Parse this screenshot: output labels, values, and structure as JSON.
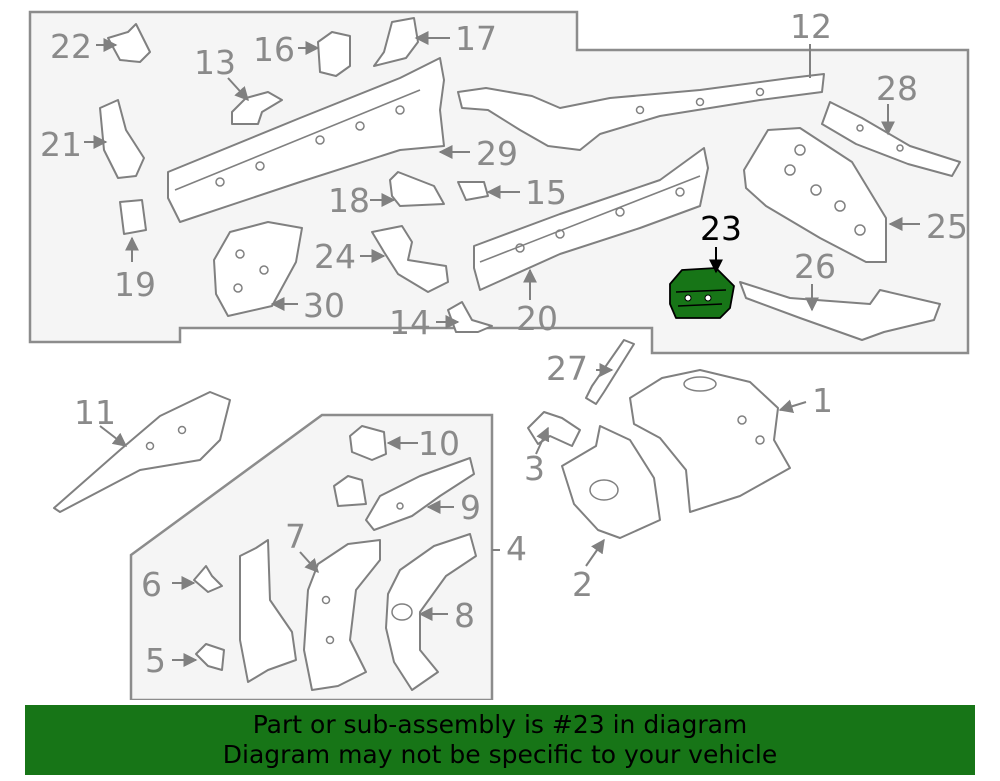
{
  "callouts": {
    "n1": "1",
    "n2": "2",
    "n3": "3",
    "n4": "4",
    "n5": "5",
    "n6": "6",
    "n7": "7",
    "n8": "8",
    "n9": "9",
    "n10": "10",
    "n11": "11",
    "n12": "12",
    "n13": "13",
    "n14": "14",
    "n15": "15",
    "n16": "16",
    "n17": "17",
    "n18": "18",
    "n19": "19",
    "n20": "20",
    "n21": "21",
    "n22": "22",
    "n23": "23",
    "n24": "24",
    "n25": "25",
    "n26": "26",
    "n27": "27",
    "n28": "28",
    "n29": "29",
    "n30": "30"
  },
  "highlight": {
    "part_number": "23",
    "color": "#177517"
  },
  "banner": {
    "line1": "Part or sub-assembly is #23 in diagram",
    "line2": "Diagram may not be specific to your vehicle",
    "background": "#177517"
  }
}
